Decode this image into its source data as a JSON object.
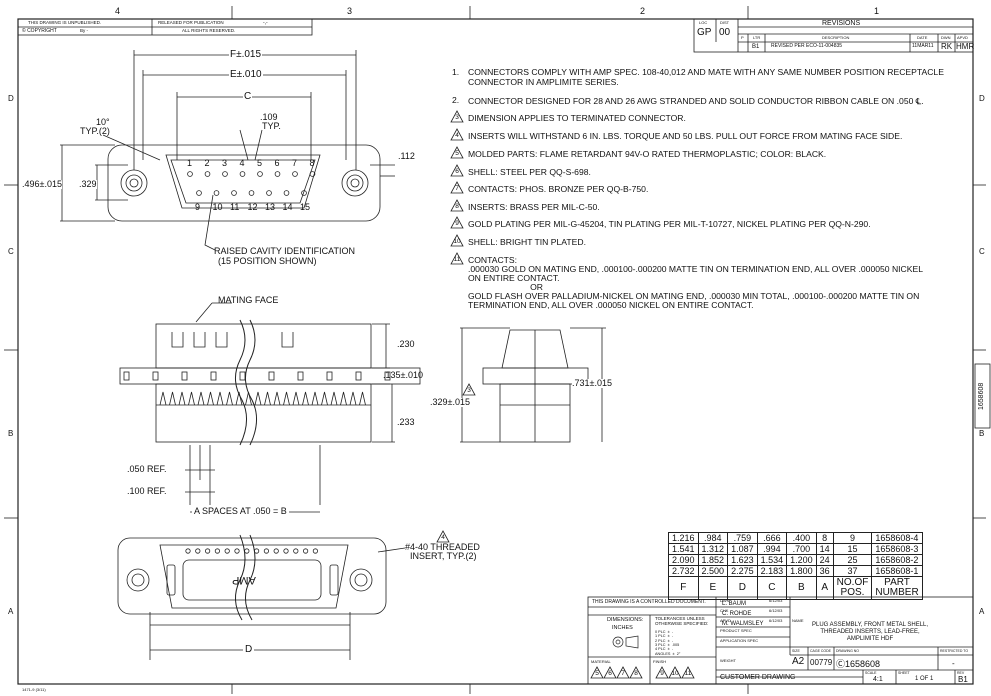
{
  "header": {
    "unpublished": "THIS DRAWING IS UNPUBLISHED.",
    "released": "RELEASED FOR PUBLICATION",
    "copyright": "© COPYRIGHT",
    "by": "By -",
    "rights": "ALL RIGHTS RESERVED.",
    "dash": "-,-"
  },
  "zones": {
    "columns": [
      "4",
      "3",
      "2",
      "1"
    ],
    "rows": [
      "D",
      "C",
      "B",
      "A"
    ]
  },
  "revisions": {
    "title": "REVISIONS",
    "loc_label": "LOC",
    "dist_label": "DIST",
    "loc": "GP",
    "dist": "00",
    "cols": [
      "P",
      "LTR",
      "DESCRIPTION",
      "DATE",
      "DWN",
      "APVD"
    ],
    "row": {
      "ltr": "B1",
      "description": "REVISED PER ECO-11-004835",
      "date": "11MAR11",
      "dwn": "RK",
      "apvd": "HMR"
    }
  },
  "notes": [
    {
      "n": "1.",
      "text": "CONNECTORS COMPLY WITH AMP SPEC. 108-40,012 AND MATE WITH ANY SAME NUMBER POSITION RECEPTACLE\nCONNECTOR IN AMPLIMITE SERIES."
    },
    {
      "n": "2.",
      "text": "CONNECTOR DESIGNED FOR 28 AND 26 AWG STRANDED AND SOLID CONDUCTOR RIBBON CABLE ON .050 ℄."
    },
    {
      "n": "3",
      "text": "DIMENSION APPLIES TO TERMINATED CONNECTOR."
    },
    {
      "n": "4",
      "text": "INSERTS WILL WITHSTAND 6 IN. LBS. TORQUE AND 50 LBS. PULL OUT FORCE FROM MATING FACE SIDE."
    },
    {
      "n": "5",
      "text": "MOLDED PARTS: FLAME RETARDANT 94V-O RATED THERMOPLASTIC; COLOR: BLACK."
    },
    {
      "n": "6",
      "text": "SHELL: STEEL PER QQ-S-698."
    },
    {
      "n": "7",
      "text": "CONTACTS: PHOS. BRONZE PER QQ-B-750."
    },
    {
      "n": "8",
      "text": "INSERTS: BRASS PER MIL-C-50."
    },
    {
      "n": "9",
      "text": "GOLD PLATING PER MIL-G-45204, TIN PLATING PER MIL-T-10727, NICKEL PLATING PER QQ-N-290."
    },
    {
      "n": "10",
      "text": "SHELL: BRIGHT TIN PLATED."
    },
    {
      "n": "11",
      "text": "CONTACTS:\n.000030 GOLD ON MATING END, .000100-.000200 MATTE TIN ON TERMINATION END, ALL OVER .000050 NICKEL\nON ENTIRE CONTACT.\n                          OR\nGOLD FLASH OVER PALLADIUM-NICKEL ON MATING END, .000030 MIN TOTAL, .000100-.000200 MATTE TIN ON\nTERMINATION END, ALL OVER .000050 NICKEL ON ENTIRE CONTACT."
    }
  ],
  "dims": {
    "f": "F±.015",
    "e": "E±.010",
    "c": "C",
    "angle": "10°",
    "angle_typ": "TYP.(2)",
    "pitch": ".109",
    "pitch_typ": "TYP.",
    "height": ".496±.015",
    "h329": ".329",
    "d112": ".112",
    "raised1": "RAISED CAVITY IDENTIFICATION",
    "raised2": "(15 POSITION SHOWN)",
    "mating": "MATING FACE",
    "d230": ".230",
    "d135": ".135±.010",
    "d233": ".233",
    "d329b": ".329±.015",
    "d731": ".731±.015",
    "ref050": ".050 REF.",
    "ref100": ".100 REF.",
    "spaces": "A SPACES AT .050 = B",
    "threaded1": "#4-40 THREADED",
    "threaded2": "INSERT, TYP.(2)",
    "d": "D",
    "pins_top": [
      "1",
      "2",
      "3",
      "4",
      "5",
      "6",
      "7",
      "8"
    ],
    "pins_bottom": [
      "9",
      "10",
      "11",
      "12",
      "13",
      "14",
      "15"
    ],
    "amp_mark": "AMP",
    "side_part": "1658608"
  },
  "part_table": {
    "rows": [
      [
        "1.216",
        ".984",
        ".759",
        ".666",
        ".400",
        "8",
        "9",
        "1658608-4"
      ],
      [
        "1.541",
        "1.312",
        "1.087",
        ".994",
        ".700",
        "14",
        "15",
        "1658608-3"
      ],
      [
        "2.090",
        "1.852",
        "1.623",
        "1.534",
        "1.200",
        "24",
        "25",
        "1658608-2"
      ],
      [
        "2.732",
        "2.500",
        "2.275",
        "2.183",
        "1.800",
        "36",
        "37",
        "1658608-1"
      ]
    ],
    "headers": [
      "F",
      "E",
      "D",
      "C",
      "B",
      "A",
      "NO.OF\nPOS.",
      "PART\nNUMBER"
    ]
  },
  "title_block": {
    "controlled": "THIS DRAWING IS A CONTROLLED DOCUMENT.",
    "dimensions": "DIMENSIONS:",
    "inches": "INCHES",
    "tolerances": "TOLERANCES UNLESS\nOTHERWISE SPECIFIED:",
    "places": [
      "0 PLC  ±  -",
      "1 PLC  ±  -",
      "2 PLC  ±  -",
      "3 PLC  ±  .005",
      "4 PLC  ±  -",
      "ANGLES  ±  2°"
    ],
    "dwn_label": "DWN",
    "dwn": "L. BAUM",
    "dwn_date": "6/12/03",
    "chk_label": "CHK",
    "chk": "C. ROHDE",
    "chk_date": "6/12/03",
    "apvd_label": "APVD",
    "apvd": "M. WALMSLEY",
    "apvd_date": "6/12/03",
    "name_label": "NAME",
    "product_spec": "PRODUCT SPEC",
    "application_spec": "APPLICATION SPEC",
    "weight": "WEIGHT",
    "material": "MATERIAL",
    "finish": "FINISH",
    "title": "PLUG ASSEMBLY, FRONT METAL SHELL,\nTHREADED INSERTS, LEAD-FREE,\nAMPLIMITE HDF",
    "size_label": "SIZE",
    "size": "A2",
    "cage_label": "CAGE CODE",
    "cage": "00779",
    "drawing_label": "DRAWING NO",
    "drawing_no": "1658608",
    "restricted": "RESTRICTED TO",
    "restricted_val": "-",
    "scale_label": "SCALE",
    "scale": "4:1",
    "sheet_label": "SHEET",
    "sheet": "1 OF 1",
    "rev_label": "REV",
    "rev": "B1",
    "customer": "CUSTOMER DRAWING",
    "material_notes": [
      "5",
      "6",
      "7",
      "8"
    ],
    "finish_notes": [
      "9",
      "10",
      "11"
    ],
    "form": "1471-9 (3/11)"
  }
}
